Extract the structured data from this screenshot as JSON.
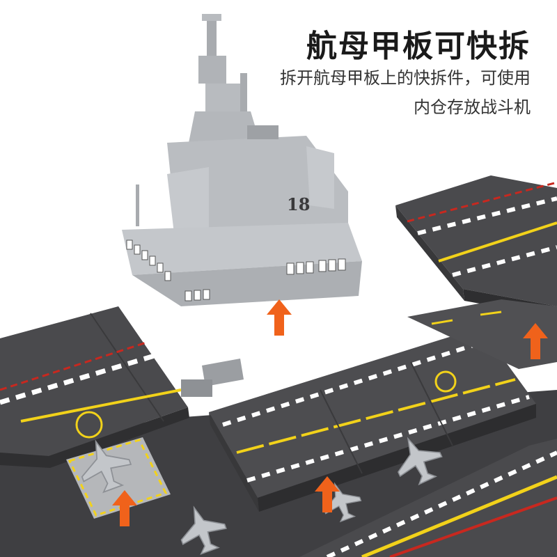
{
  "headline": {
    "title": "航母甲板可快拆",
    "line1": "拆开航母甲板上的快拆件，可使用",
    "line2": "内仓存放战斗机"
  },
  "model": {
    "hull_number": "18"
  },
  "colors": {
    "background": "#ffffff",
    "deck": "#4a4a4d",
    "island": "#b8bbbf",
    "arrow": "#f0621b",
    "stripe_red": "#c8281f",
    "stripe_yellow": "#f2d21a",
    "jet": "#c3c6ca"
  }
}
